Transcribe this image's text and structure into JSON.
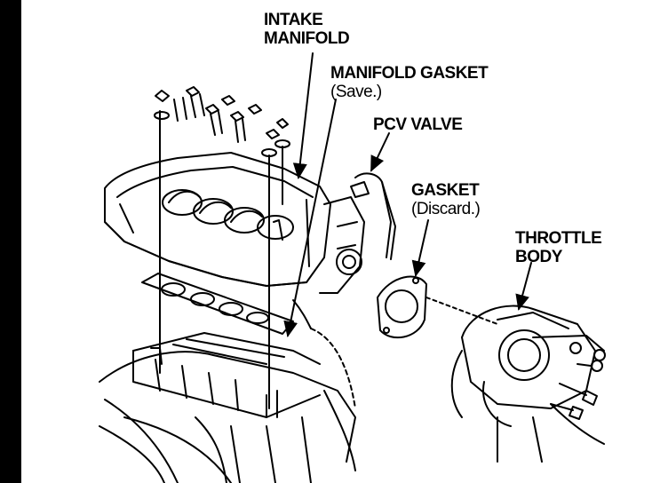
{
  "labels": {
    "intake_manifold": [
      "INTAKE",
      "MANIFOLD"
    ],
    "manifold_gasket": {
      "title": "MANIFOLD GASKET",
      "note": "(Save.)"
    },
    "pcv_valve": "PCV VALVE",
    "gasket": {
      "title": "GASKET",
      "note": "(Discard.)"
    },
    "throttle_body": [
      "THROTTLE",
      "BODY"
    ]
  },
  "colors": {
    "ink": "#000000",
    "paper": "#ffffff"
  },
  "icons": [
    "bolt-icon",
    "washer-icon",
    "leader-arrow"
  ]
}
